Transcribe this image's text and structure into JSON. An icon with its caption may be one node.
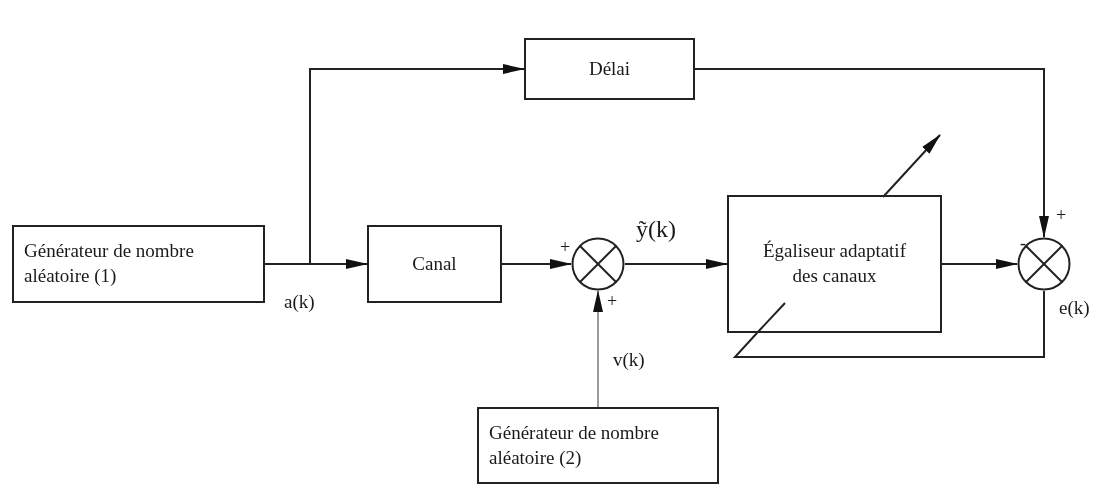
{
  "diagram": {
    "nodes": [
      {
        "text": [
          "Générateur de nombre aléatoire (1)"
        ]
      },
      {
        "text": [
          "Délai"
        ]
      },
      {
        "text": [
          "Canal"
        ]
      },
      {
        "text": [],
        "shape": "circle"
      },
      {
        "text": [
          "Égaliseur adaptatif des canaux"
        ]
      },
      {
        "text": [],
        "shape": "circle"
      },
      {
        "text": [
          "Générateur de nombre aléatoire (2)"
        ]
      }
    ],
    "edges": [
      {
        "from": 0,
        "to": 2,
        "arrow": "to",
        "label": "a(k)"
      },
      {
        "from": 0,
        "to": 1,
        "arrow": "to"
      },
      {
        "from": 2,
        "to": 3,
        "arrow": "to"
      },
      {
        "from": 3,
        "to": 4,
        "arrow": "to",
        "label": "ỹ(k)"
      },
      {
        "from": 4,
        "to": 5,
        "arrow": "to"
      },
      {
        "from": 1,
        "to": 5,
        "arrow": "to"
      },
      {
        "from": 6,
        "to": 3,
        "arrow": "to",
        "label": "v(k)",
        "color": "#9a9a9a"
      },
      {
        "from": 5,
        "to": 4,
        "arrow": "none",
        "label": "e(k)"
      }
    ],
    "labels": [
      "+",
      "+",
      "-",
      "+"
    ]
  }
}
